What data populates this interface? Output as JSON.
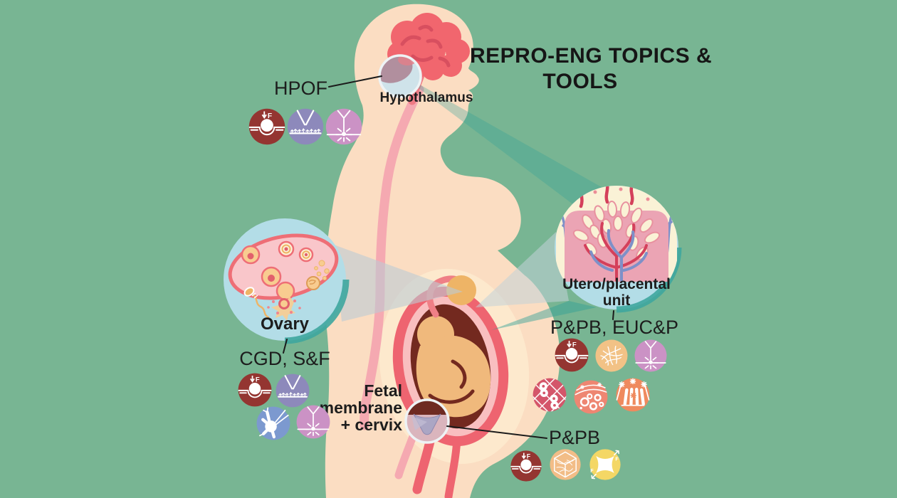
{
  "title": {
    "line1": "REPRO-ENG TOPICS &",
    "line2": "TOOLS"
  },
  "callouts": {
    "hpof": {
      "topic": "HPOF",
      "anatomy": "Hypothalamus",
      "tools": [
        "indentation_force",
        "cell_culture_probe",
        "electro_stimulation"
      ]
    },
    "ovary": {
      "topic": "CGD, S&F",
      "anatomy": "Ovary",
      "tools": [
        "indentation_force",
        "cell_culture_probe",
        "cell_injection",
        "electro_stimulation"
      ]
    },
    "utero_placental": {
      "topic": "P&PB, EUC&P",
      "anatomy_line1": "Utero/placental",
      "anatomy_line2": "unit",
      "tools": [
        "indentation_force",
        "fiber_network",
        "electro_stimulation",
        "cells_on_mesh",
        "vesicles",
        "micropillars"
      ]
    },
    "fetal_membrane": {
      "topic": "P&PB",
      "anatomy_line1": "Fetal",
      "anatomy_line2": "membrane",
      "anatomy_line3": "+ cervix",
      "tools": [
        "indentation_force",
        "gel_cube",
        "biaxial_stretch"
      ]
    }
  },
  "icons": {
    "force_label": "F",
    "definitions": {
      "indentation_force": {
        "color": "#943531",
        "glyph": "ball-indentation-with-force-arrow"
      },
      "cell_culture_probe": {
        "color": "#8d89bb",
        "glyph": "v-probe-over-cell-monolayer"
      },
      "electro_stimulation": {
        "color": "#cb92c5",
        "glyph": "forked-electrode-with-spark"
      },
      "cell_injection": {
        "color": "#7c99cf",
        "glyph": "micropipette-into-branched-cell"
      },
      "gel_cube": {
        "color": "#f2bd87",
        "glyph": "fiber-gel-cube"
      },
      "biaxial_stretch": {
        "color": "#f4d765",
        "glyph": "stretched-membrane-force-arrows"
      },
      "fiber_network": {
        "color": "#f2c286",
        "glyph": "fiber-network"
      },
      "cells_on_mesh": {
        "color": "#d4556a",
        "glyph": "cells-on-mesh-scaffold"
      },
      "vesicles": {
        "color": "#ee8672",
        "glyph": "rings-and-vesicles"
      },
      "micropillars": {
        "color": "#ef8a5e",
        "glyph": "micropillar-array-with-star-cells"
      }
    }
  },
  "palette": {
    "background": "#78b593",
    "skin": "#fbddc2",
    "brain": "#f1666e",
    "spine": "#f5a9b1",
    "uterus_wall": "#ee6470",
    "uterus_cavity": "#73291f",
    "fetus": "#f0b97c",
    "inset_circle": "#b3dde7",
    "beam_teal": "#2f9f97",
    "leader_line": "#1b1b1b"
  }
}
